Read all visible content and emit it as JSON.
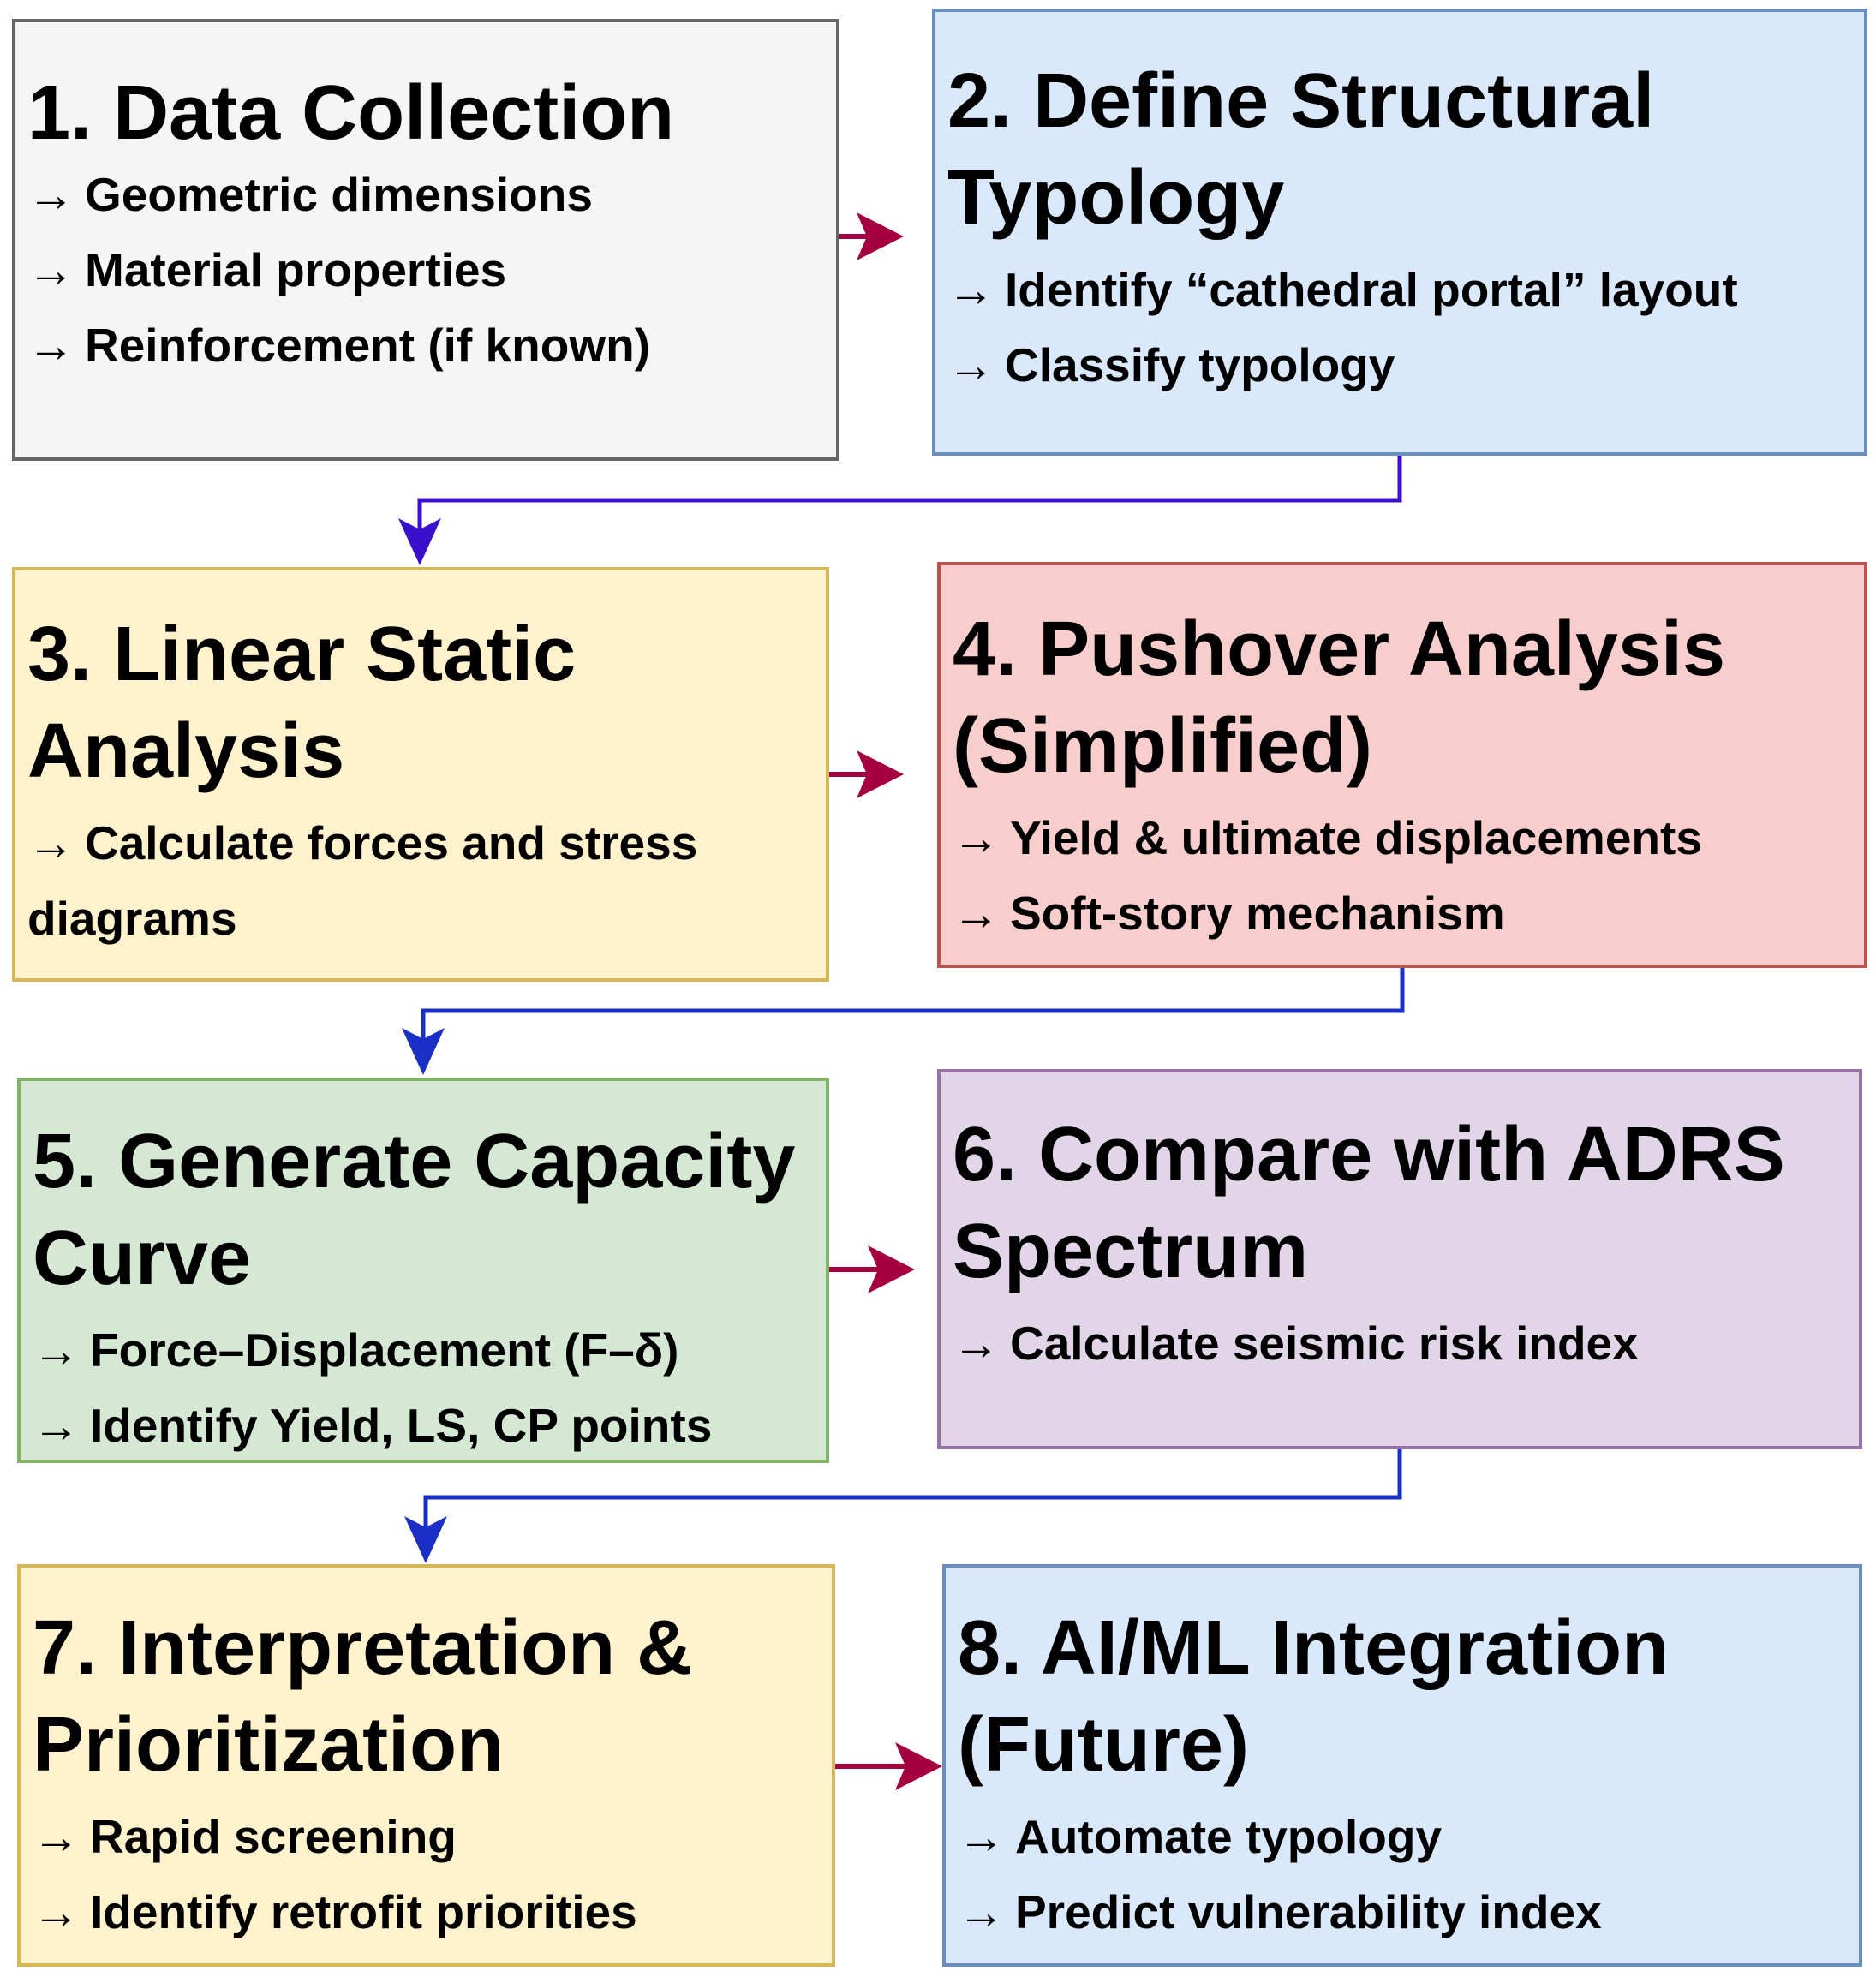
{
  "colors": {
    "gray_fill": "#f5f5f5",
    "gray_border": "#666666",
    "blue_fill": "#dae8fc",
    "blue_border": "#6c8ebf",
    "yellow_fill": "#fff2cc",
    "yellow_border": "#d6b656",
    "red_fill": "#f8cecc",
    "red_border": "#b85450",
    "green_fill": "#d5e8d4",
    "green_border": "#82b366",
    "purple_fill": "#e1d5e7",
    "purple_border": "#9673a6",
    "horizontal_arrow": "#a50040",
    "vertical_connector": "#1a2fc4",
    "connector_first": "#3b10cc"
  },
  "bullet": "→",
  "boxes": [
    {
      "title": "1. Data Collection",
      "items": [
        "Geometric dimensions",
        "Material properties",
        "Reinforcement (if known)"
      ]
    },
    {
      "title": "2. Define Structural Typology",
      "items": [
        "Identify “cathedral portal” layout",
        "Classify typology"
      ]
    },
    {
      "title": "3. Linear Static Analysis",
      "items": [
        "Calculate forces and stress diagrams"
      ]
    },
    {
      "title": "4. Pushover Analysis (Simplified)",
      "items": [
        "Yield & ultimate displacements",
        "Soft-story mechanism"
      ]
    },
    {
      "title": "5. Generate Capacity Curve",
      "items": [
        "Force–Displacement (F–δ)",
        "Identify Yield, LS, CP points"
      ]
    },
    {
      "title": "6. Compare with ADRS Spectrum",
      "items": [
        "Calculate seismic risk index"
      ]
    },
    {
      "title": "7. Interpretation & Prioritization",
      "items": [
        "Rapid screening",
        "Identify retrofit priorities"
      ]
    },
    {
      "title": "8. AI/ML Integration (Future)",
      "items": [
        "Automate typology",
        "Predict vulnerability index"
      ]
    }
  ]
}
